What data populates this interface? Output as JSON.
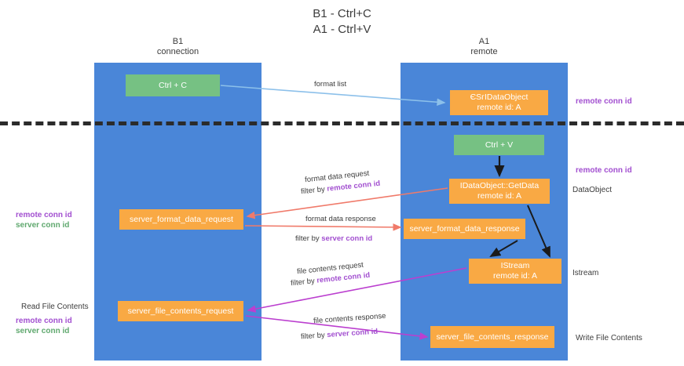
{
  "title": {
    "line1": "B1 - Ctrl+C",
    "line2": "A1 - Ctrl+V"
  },
  "lanes": {
    "left": {
      "name": "B1",
      "role": "connection"
    },
    "right": {
      "name": "A1",
      "role": "remote"
    }
  },
  "nodes": {
    "ctrl_c": {
      "label": "Ctrl + C"
    },
    "idataobject": {
      "label": "ЄЅгIDataObject",
      "sub": "remote id: A"
    },
    "ctrl_v": {
      "label": "Ctrl + V"
    },
    "getdata": {
      "label": "IDataObject::GetData",
      "sub": "remote id: A"
    },
    "server_format_data_request": {
      "label": "server_format_data_request"
    },
    "server_format_data_response": {
      "label": "server_format_data_response"
    },
    "istream": {
      "label": "IStream",
      "sub": "remote id: A"
    },
    "server_file_contents_request": {
      "label": "server_file_contents_request"
    },
    "server_file_contents_response": {
      "label": "server_file_contents_response"
    }
  },
  "edges": {
    "format_list": "format list",
    "format_data_request": "format data request",
    "format_data_request_filter_prefix": "filter by ",
    "format_data_request_filter_key": "remote conn id",
    "format_data_response": "format data response",
    "format_data_response_filter_prefix": "filter by ",
    "format_data_response_filter_key": "server conn id",
    "file_contents_request": "file contents request",
    "file_contents_request_filter_prefix": "filter by ",
    "file_contents_request_filter_key": "remote conn id",
    "file_contents_response": "file contents response",
    "file_contents_response_filter_prefix": "filter by ",
    "file_contents_response_filter_key": "server conn id"
  },
  "annotations": {
    "right_remote_conn_id_top": "remote conn id",
    "right_remote_conn_id_mid": "remote conn id",
    "right_dataobject": "DataObject",
    "right_istream": "Istream",
    "right_write_file_contents": "Write File Contents",
    "left_remote_conn_id": "remote conn id",
    "left_server_conn_id": "server conn id",
    "left_read_file_contents": "Read File Contents",
    "left_remote_conn_id_2": "remote conn id",
    "left_server_conn_id_2": "server conn id"
  },
  "colors": {
    "lane": "#4a86d8",
    "node_orange": "#f9a944",
    "node_green": "#76c183",
    "remote_key": "#a24fd0",
    "server_key": "#5fa86e",
    "arrow_blue": "#8cc0ea",
    "arrow_red": "#f07a6a",
    "arrow_magenta": "#bb3fcf",
    "arrow_black": "#1a1a1a",
    "divider": "#2b2b2b"
  }
}
